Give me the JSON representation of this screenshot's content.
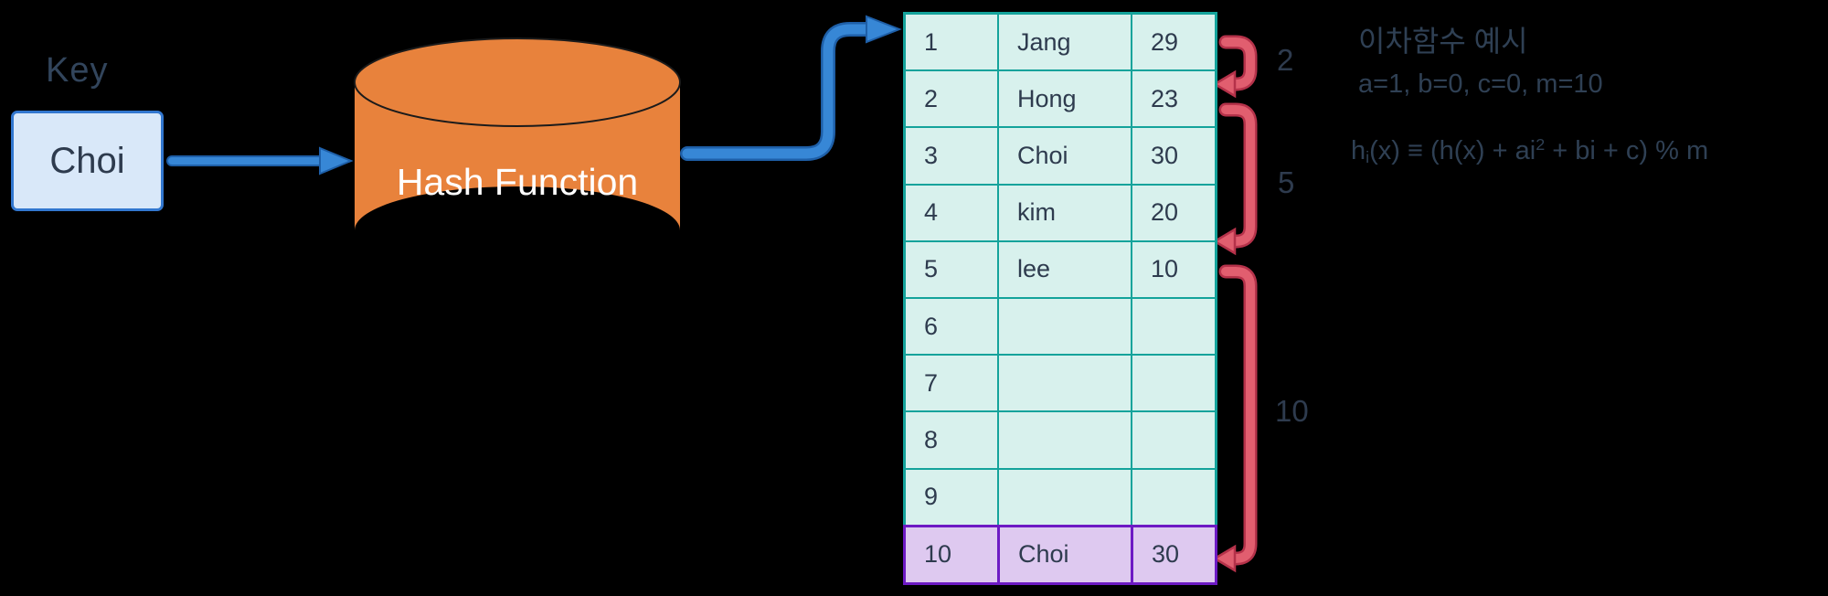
{
  "key": {
    "label": "Key",
    "value": "Choi"
  },
  "hash_function": {
    "label": "Hash Function"
  },
  "table": {
    "rows": [
      {
        "index": "1",
        "name": "Jang",
        "value": "29"
      },
      {
        "index": "2",
        "name": "Hong",
        "value": "23"
      },
      {
        "index": "3",
        "name": "Choi",
        "value": "30"
      },
      {
        "index": "4",
        "name": "kim",
        "value": "20"
      },
      {
        "index": "5",
        "name": "lee",
        "value": "10"
      },
      {
        "index": "6",
        "name": "",
        "value": ""
      },
      {
        "index": "7",
        "name": "",
        "value": ""
      },
      {
        "index": "8",
        "name": "",
        "value": ""
      },
      {
        "index": "9",
        "name": "",
        "value": ""
      },
      {
        "index": "10",
        "name": "Choi",
        "value": "30",
        "highlighted": true
      }
    ]
  },
  "probe_arrows": [
    {
      "label": "2",
      "from_row": 1,
      "to_row": 2
    },
    {
      "label": "5",
      "from_row": 2,
      "to_row": 5
    },
    {
      "label": "10",
      "from_row": 5,
      "to_row": 10
    }
  ],
  "annotation": {
    "title": "이차함수 예시",
    "params": "a=1, b=0, c=0, m=10",
    "formula": {
      "fn": "h",
      "fn_sub": "i",
      "mid": "(x) ≡ (h(x) + ai",
      "sup": "2",
      "tail": " + bi + c) % m"
    }
  },
  "colors": {
    "background": "#000000",
    "flow_arrow_blue": "#3787D6",
    "flow_arrow_blue_outline": "#1E5FA8",
    "cylinder_orange": "#E8823C",
    "key_box_fill": "#D9E8F9",
    "key_box_border": "#3277CF",
    "table_border_teal": "#14A39B",
    "table_cell_mint": "#D8F1ED",
    "highlight_border_purple": "#6D1AC4",
    "highlight_fill_purple": "#DEC9F0",
    "probe_arrow_red": "#E15E6F",
    "probe_arrow_red_outline": "#B5324A",
    "text_dark": "#2E3B4E",
    "hash_label_text": "#FFFFFF"
  }
}
